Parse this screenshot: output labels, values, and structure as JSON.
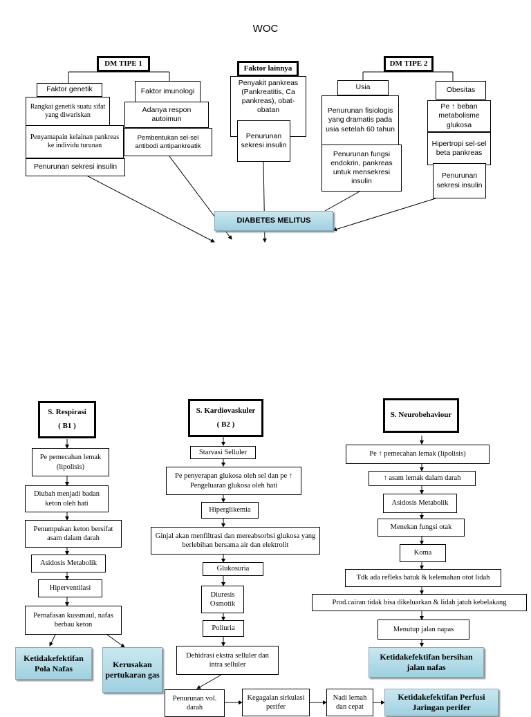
{
  "title": "WOC",
  "top": {
    "dm1": "DM TIPE 1",
    "faktor_lain": "Faktor lainnya",
    "dm2": "DM TIPE 2",
    "faktor_genetik": "Faktor genetik",
    "rangkai": "Rangkai genetik suatu sifat yang diwariskan",
    "penyampaian": "Penyamapain kelainan pankreas  ke individu turunan",
    "penurunan_sekresi_1": "Penurunan sekresi insulin",
    "faktor_imunologi": "Faktor imunologi",
    "respon": "Adanya respon autoimun",
    "pembentukan": "Pembentukan sel-sel antibodi antipankreatik",
    "penyakit": "Penyakit pankreas (Pankreatitis, Ca pankreas), obat-obatan",
    "penurunan_sekresi_2": "Penurunan sekresi insulin",
    "usia": "Usia",
    "penurunan_fisiologis": "Penurunan fisiologis yang dramatis pada usia setelah 60 tahun",
    "penurunan_fungsi": "Penurunan fungsi endokrin, pankreas untuk mensekresi insulin",
    "obesitas": "Obesitas",
    "beban": "Pe ↑ beban metabolisme glukosa",
    "hipertropi": "Hipertropi sel-sel beta pankreas",
    "penurunan_sekresi_3": "Penurunan sekresi insulin",
    "dm": "DIABETES MELITUS"
  },
  "b1": {
    "header": "S. Respirasi",
    "code": "( B1 )",
    "items": [
      "Pe    pemecahan lemak (lipolisis)",
      "Diubah menjadi badan keton oleh hati",
      "Penumpukan keton  bersifat asam dalam darah",
      "Asidosis Metabolik",
      "Hiperventilasi",
      "Pernafasan kussmaul, nafas berbau keton"
    ],
    "dx1": "Ketidakefektifan Pola Nafas",
    "dx2": "Kerusakan pertukaran gas"
  },
  "b2": {
    "header": "S. Kardiovaskuler",
    "code": "( B2 )",
    "items": [
      "Starvasi Selluler",
      "Pe     penyerapan glukosa oleh sel  dan pe ↑ Pengeluaran glukosa oleh hati",
      "Hiperglikemia",
      "Ginjal akan menfiltrasi dan mereabsorbsi glukosa yang berlebihan bersama air dan elektrolit",
      "Glukosuria",
      "Diuresis Osmotik",
      "Poliuria",
      "Dehidrasi ekstra selluler dan intra selluler",
      "Penurunan vol. darah",
      "Kegagalan sirkulasi perifer",
      "Nadi lemah dan cepat"
    ],
    "dx": "Ketidakefektifan Perfusi Jaringan perifer"
  },
  "b3": {
    "header": "S. Neurobehaviour",
    "items": [
      "Pe ↑   pemecahan lemak (lipolisis)",
      "↑ asam lemak dalam darah",
      "Asidosis Metabolik",
      "Menekan fungsi otak",
      "Koma",
      "Tdk ada refleks batuk & kelemahan otot lidah",
      "Prod.cairan tidak bisa dikeluarkan & lidah jatuh kebelakang",
      "Menutup jalan napas"
    ],
    "dx": "Ketidakefektifan bersihan jalan nafas"
  }
}
